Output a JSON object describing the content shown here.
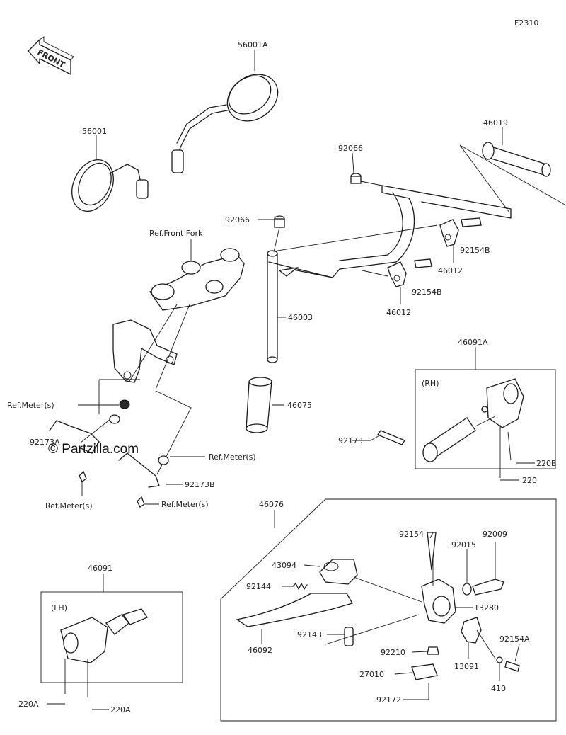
{
  "figure_code": "F2310",
  "watermark": "© Partzilla.com",
  "front_arrow": "FRONT",
  "labels": {
    "p56001A": "56001A",
    "p56001": "56001",
    "p46019": "46019",
    "p92066a": "92066",
    "p92066b": "92066",
    "ref_front_fork": "Ref.Front Fork",
    "p92154B_a": "92154B",
    "p46012_a": "46012",
    "p92154B_b": "92154B",
    "p46012_b": "46012",
    "p46003": "46003",
    "p46091A": "46091A",
    "rh": "(RH)",
    "ref_meter_1": "Ref.Meter(s)",
    "p46075": "46075",
    "p92173A": "92173A",
    "p92173": "92173",
    "ref_meter_2": "Ref.Meter(s)",
    "p92173B": "92173B",
    "p220B": "220B",
    "p220": "220",
    "ref_meter_3": "Ref.Meter(s)",
    "ref_meter_4": "Ref.Meter(s)",
    "p46076": "46076",
    "p92154": "92154",
    "p92009": "92009",
    "p92015": "92015",
    "p43094": "43094",
    "p46091": "46091",
    "p92144": "92144",
    "lh": "(LH)",
    "p13280": "13280",
    "p92143": "92143",
    "p46092": "46092",
    "p92210": "92210",
    "p92154A": "92154A",
    "p13091": "13091",
    "p27010": "27010",
    "p410": "410",
    "p220A_a": "220A",
    "p220A_b": "220A",
    "p92172": "92172"
  }
}
